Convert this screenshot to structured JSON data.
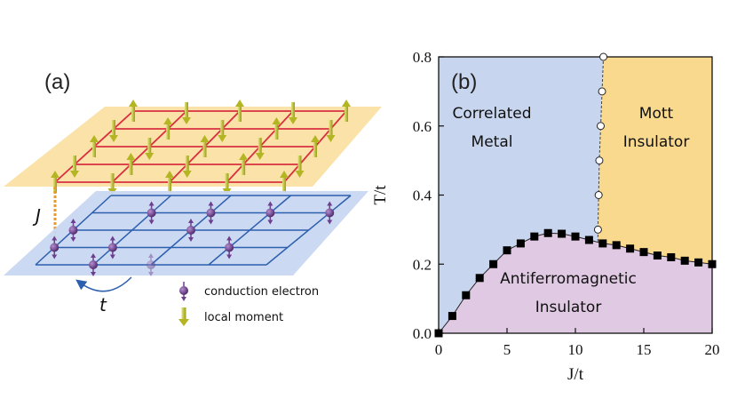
{
  "panel_a": {
    "label": "(a)",
    "coupling_label": "J",
    "hopping_label": "t",
    "legend": [
      {
        "label": "conduction electron",
        "icon": "conduction-electron-icon"
      },
      {
        "label": "local moment",
        "icon": "local-moment-icon"
      }
    ],
    "colors": {
      "top_plane": "#f9dfa0",
      "top_grid": "#d92f3f",
      "bottom_plane": "#c9d7f1",
      "bottom_grid": "#2c5fae",
      "coupling": "#e89a2c",
      "electron": "#6b3f8e",
      "moment": "#b4b523"
    }
  },
  "panel_b": {
    "label": "(b)",
    "regions": {
      "metal": [
        "Correlated",
        "Metal"
      ],
      "mott": [
        "Mott",
        "Insulator"
      ],
      "afm": [
        "Antiferromagnetic",
        "Insulator"
      ]
    },
    "colors": {
      "metal": "#c8d5ef",
      "mott": "#f9d98e",
      "afm": "#e0c9e2",
      "afm_markers": "#000000",
      "mott_markers": "#ffffff"
    }
  },
  "chart_data": {
    "type": "scatter",
    "xlabel": "J/t",
    "ylabel": "T/t",
    "xlim": [
      0,
      20
    ],
    "ylim": [
      0,
      0.8
    ],
    "xticks": [
      "0",
      "5",
      "10",
      "15",
      "20"
    ],
    "yticks": [
      "0.0",
      "0.2",
      "0.4",
      "0.6",
      "0.8"
    ],
    "grid": false,
    "series": [
      {
        "marker": "filled-square",
        "x": [
          0,
          1,
          2,
          3,
          4,
          5,
          6,
          7,
          8,
          9,
          10,
          11,
          12,
          13,
          14,
          15,
          16,
          17,
          18,
          19,
          20
        ],
        "y": [
          0.0,
          0.05,
          0.11,
          0.16,
          0.2,
          0.24,
          0.26,
          0.28,
          0.29,
          0.288,
          0.28,
          0.27,
          0.26,
          0.255,
          0.245,
          0.235,
          0.225,
          0.22,
          0.21,
          0.205,
          0.2
        ]
      },
      {
        "marker": "open-circle",
        "x": [
          12.05,
          11.95,
          11.85,
          11.75,
          11.7,
          11.65
        ],
        "y": [
          0.8,
          0.7,
          0.6,
          0.5,
          0.4,
          0.3
        ]
      }
    ]
  }
}
